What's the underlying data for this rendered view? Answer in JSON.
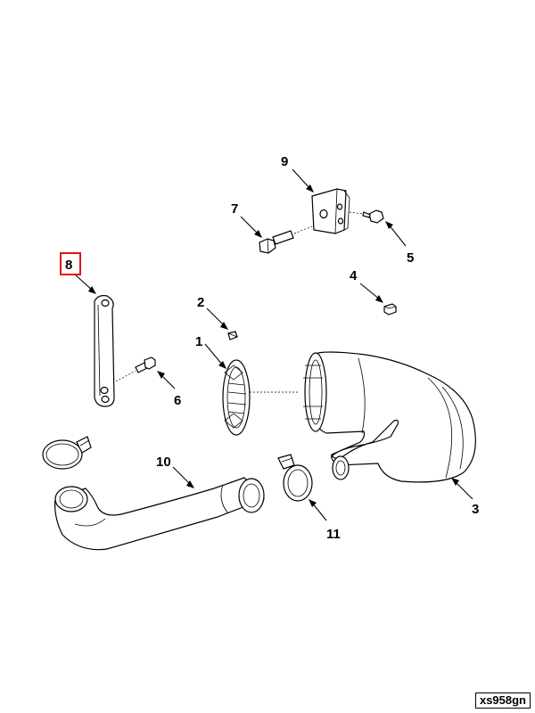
{
  "callouts": {
    "c1": "1",
    "c2": "2",
    "c3": "3",
    "c4": "4",
    "c5": "5",
    "c6": "6",
    "c7": "7",
    "c8": "8",
    "c9": "9",
    "c10": "10",
    "c11": "11"
  },
  "highlighted_callout": "8",
  "highlight_color": "#e0141e",
  "reference_code": "xs958gn"
}
